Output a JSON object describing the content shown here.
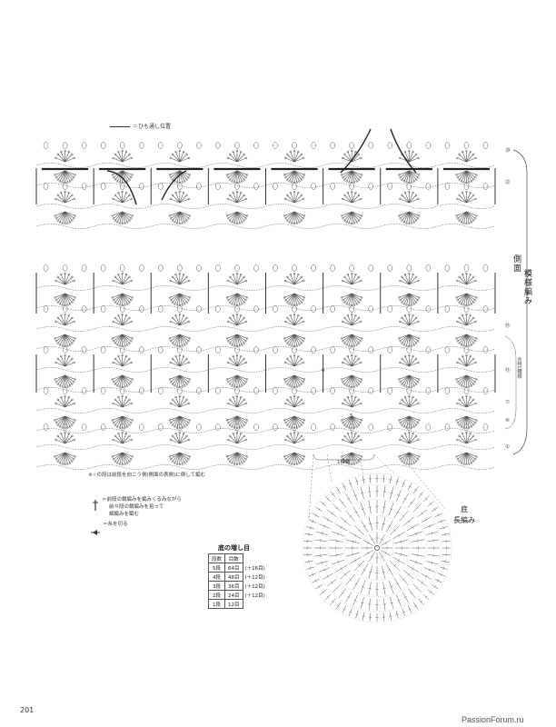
{
  "legend": {
    "drawstring_label": "＝ひも通し位置",
    "note": "※☆の段は前段を向こう側(側面の表側)に倒して編む",
    "symbol_note_1": "＝前段の鎖編みを編みくるみながら",
    "symbol_note_2": "前々段の鎖編みを拾って",
    "symbol_note_3": "細編みを編む",
    "cut_note": "＝糸を切る"
  },
  "labels": {
    "side_title": "側面",
    "side_pattern": "模様編み",
    "repeat_note": "6段1模様",
    "one_pattern": "1模様",
    "bottom_title": "底",
    "bottom_stitch": "長編み",
    "row_6": "6",
    "row_5": "5"
  },
  "row_markers": [
    "⑳",
    "㉒",
    "⑲",
    "⑬",
    "⑦",
    "⑥",
    "①"
  ],
  "increase_table": {
    "title": "底の増し目",
    "headers": [
      "段数",
      "目数"
    ],
    "rows": [
      {
        "row": "5段",
        "count": "64目",
        "inc": "(＋16目)"
      },
      {
        "row": "4段",
        "count": "48目",
        "inc": "(＋12目)"
      },
      {
        "row": "3段",
        "count": "36目",
        "inc": "(＋12目)"
      },
      {
        "row": "2段",
        "count": "24目",
        "inc": "(＋12目)"
      },
      {
        "row": "1段",
        "count": "12目",
        "inc": ""
      }
    ]
  },
  "page_number": "201",
  "watermark": "PassionForum.ru"
}
